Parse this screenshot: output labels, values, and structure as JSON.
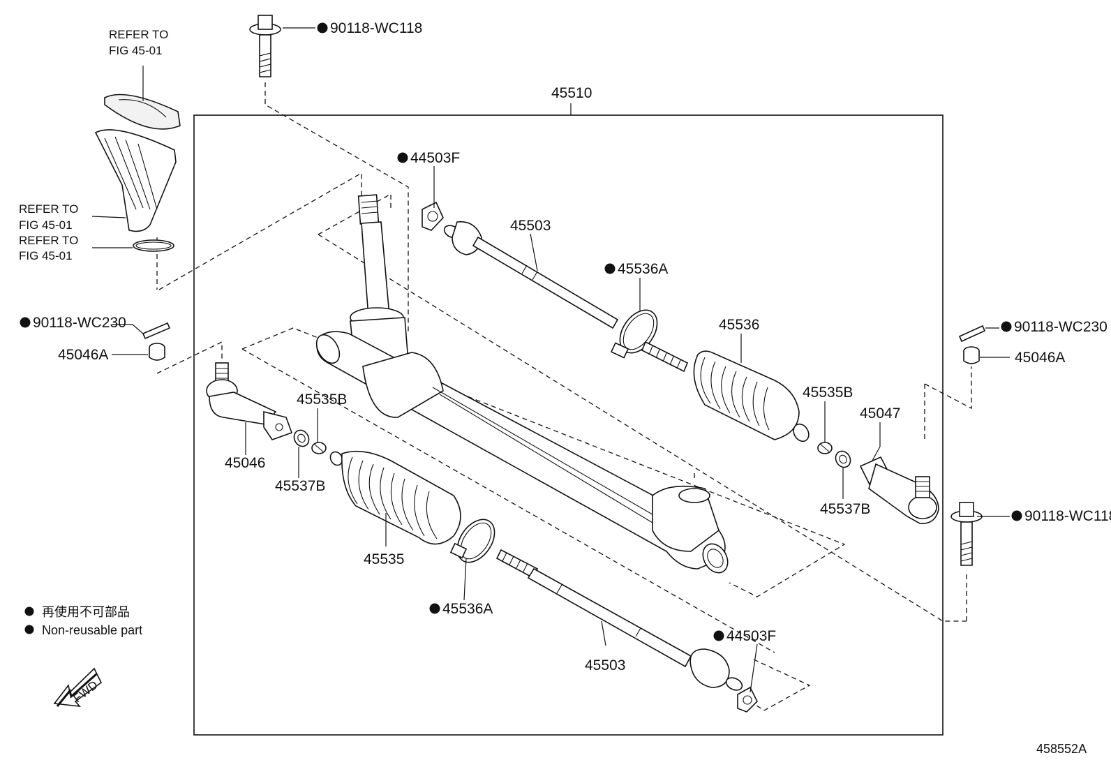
{
  "diagram": {
    "figure_code": "458552A",
    "assembly_number": "45510",
    "refer_notes": [
      {
        "line1": "REFER TO",
        "line2": "FIG 45-01"
      },
      {
        "line1": "REFER TO",
        "line2": "FIG 45-01"
      },
      {
        "line1": "REFER TO",
        "line2": "FIG 45-01"
      }
    ],
    "callouts": {
      "bolt_top": "90118-WC118",
      "bolt_right": "90118-WC118",
      "pin_left": "90118-WC230",
      "pin_right": "90118-WC230",
      "nut_left": "45046A",
      "nut_right": "45046A",
      "tie_end_left": "45046",
      "tie_end_right": "45047",
      "washer_top": "44503F",
      "washer_bottom": "44503F",
      "rod_top": "45503",
      "rod_bottom": "45503",
      "clamp_top": "45536A",
      "clamp_bottom": "45536A",
      "boot_top": "45536",
      "boot_bottom": "45535",
      "clip_left": "45535B",
      "clip_right": "45535B",
      "locknut_left": "45537B",
      "locknut_right": "45537B"
    },
    "legend": {
      "line_jp": "再使用不可部品",
      "line_en": "Non-reusable part"
    },
    "fwd_label": "FWD"
  }
}
